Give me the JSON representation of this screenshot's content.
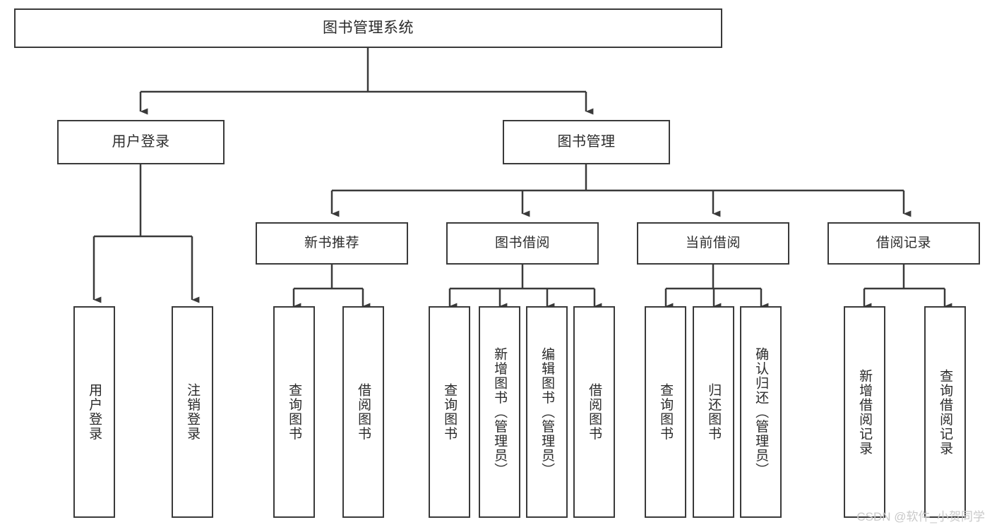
{
  "diagram": {
    "title_node": {
      "id": "root",
      "label": "图书管理系统"
    },
    "level1": [
      {
        "id": "user-login",
        "label": "用户登录"
      },
      {
        "id": "book-management",
        "label": "图书管理"
      }
    ],
    "level2": [
      {
        "id": "new-book-recommend",
        "label": "新书推荐"
      },
      {
        "id": "book-borrow",
        "label": "图书借阅"
      },
      {
        "id": "current-borrow",
        "label": "当前借阅"
      },
      {
        "id": "borrow-record",
        "label": "借阅记录"
      }
    ],
    "leaves": [
      {
        "id": "leaf-user-login",
        "label": "用户登录",
        "parent": "user-login"
      },
      {
        "id": "leaf-logout-login",
        "label": "注销登录",
        "parent": "user-login"
      },
      {
        "id": "leaf-query-book-1",
        "label": "查询图书",
        "parent": "new-book-recommend"
      },
      {
        "id": "leaf-borrow-book-1",
        "label": "借阅图书",
        "parent": "new-book-recommend"
      },
      {
        "id": "leaf-query-book-2",
        "label": "查询图书",
        "parent": "book-borrow"
      },
      {
        "id": "leaf-add-book",
        "label": "新增图书（管理员）",
        "parent": "book-borrow"
      },
      {
        "id": "leaf-edit-book",
        "label": "编辑图书（管理员）",
        "parent": "book-borrow"
      },
      {
        "id": "leaf-borrow-book-2",
        "label": "借阅图书",
        "parent": "book-borrow"
      },
      {
        "id": "leaf-query-book-3",
        "label": "查询图书",
        "parent": "current-borrow"
      },
      {
        "id": "leaf-return-book",
        "label": "归还图书",
        "parent": "current-borrow"
      },
      {
        "id": "leaf-confirm-return",
        "label": "确认归还（管理员）",
        "parent": "current-borrow"
      },
      {
        "id": "leaf-add-record",
        "label": "新增借阅记录",
        "parent": "borrow-record"
      },
      {
        "id": "leaf-query-record",
        "label": "查询借阅记录",
        "parent": "borrow-record"
      }
    ],
    "colors": {
      "stroke": "#3a3a3a",
      "text": "#2b2b2b",
      "background": "#ffffff",
      "watermark": "#c9c9c9"
    }
  },
  "watermark": {
    "text": "CSDN @软件_小贺同学"
  }
}
